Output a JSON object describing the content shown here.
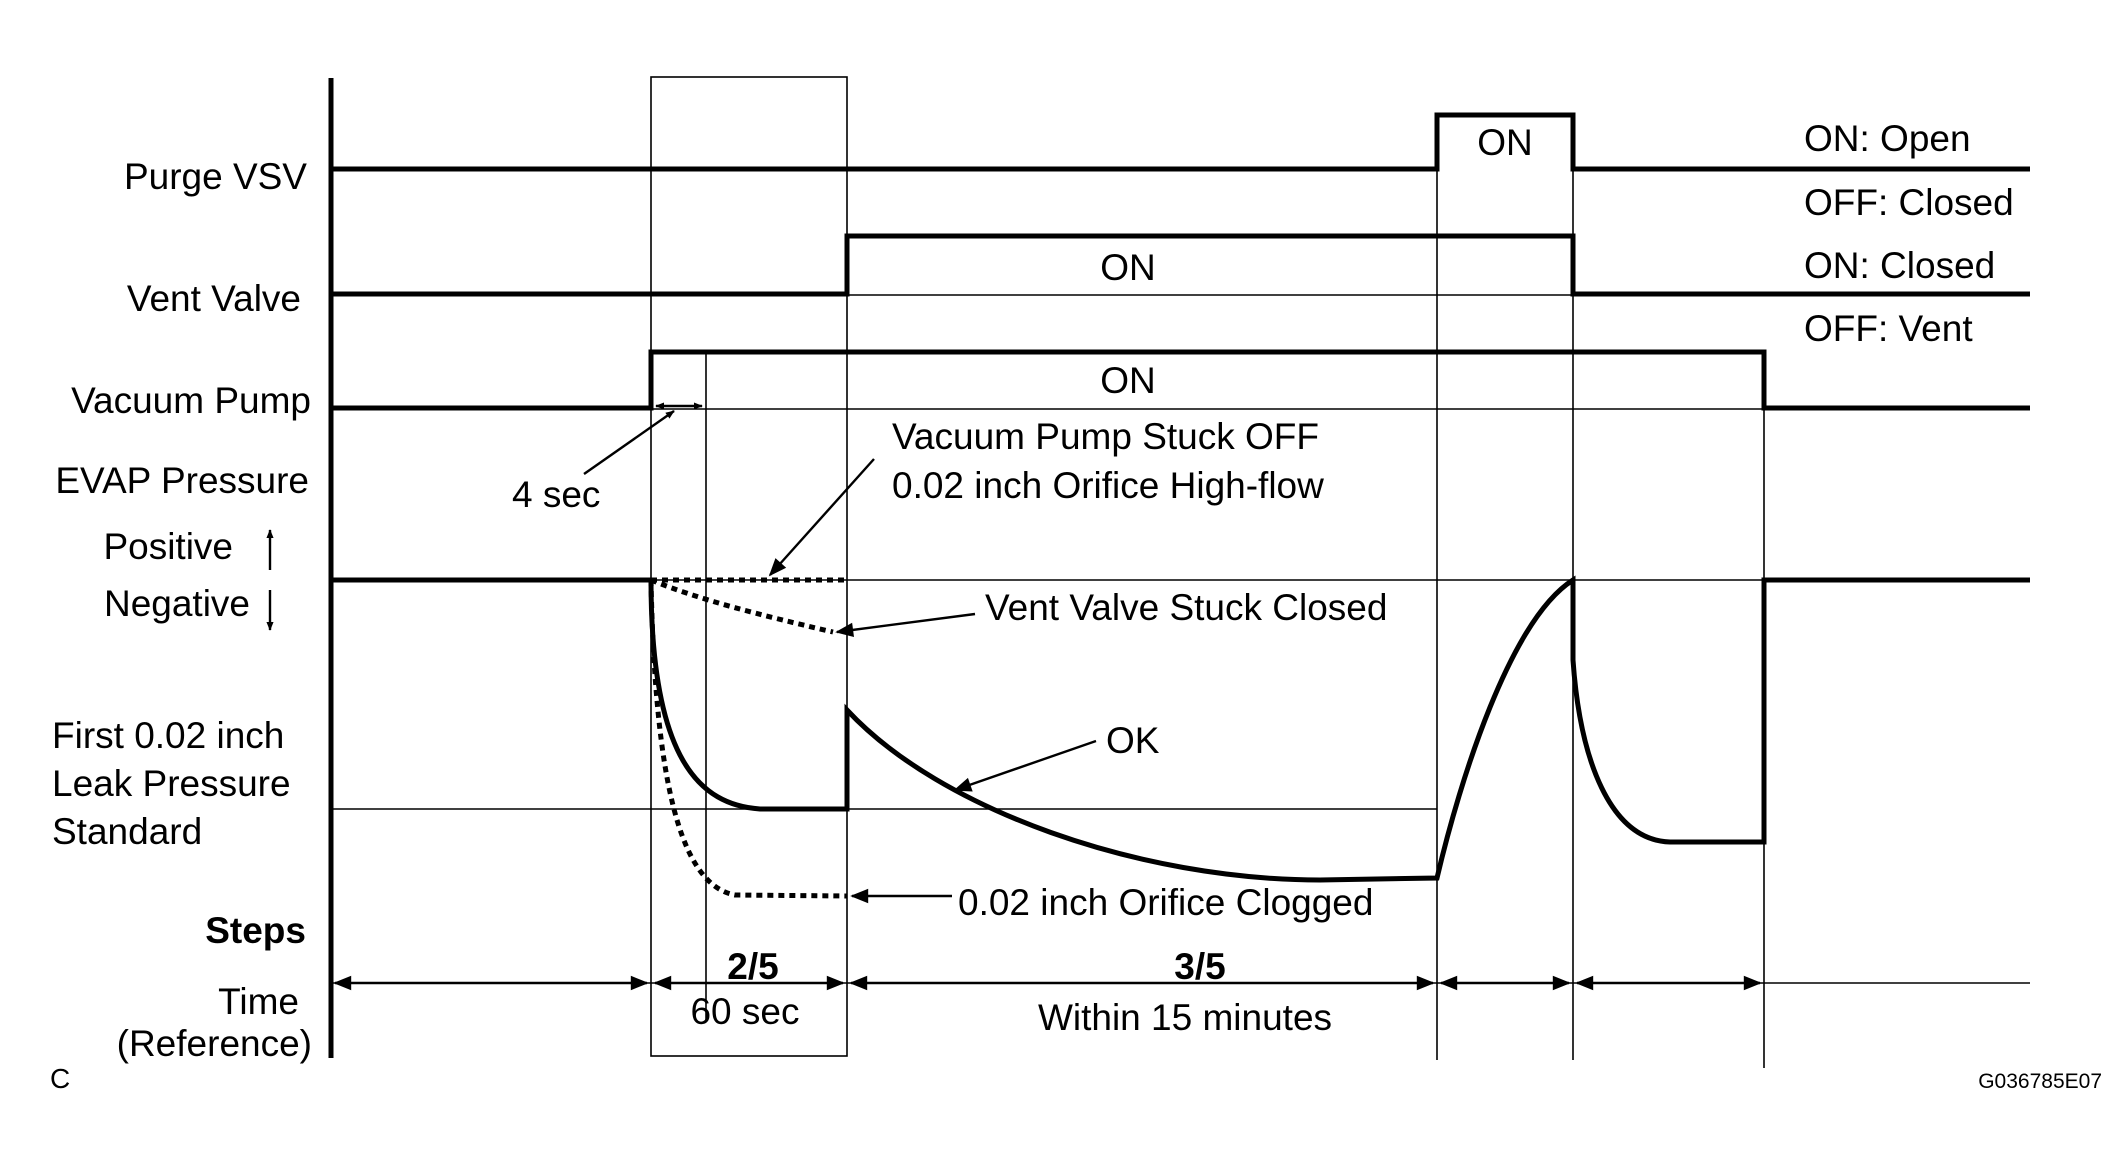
{
  "signals": {
    "purge_vsv": {
      "label": "Purge VSV",
      "on_label": "ON",
      "legend_on": "ON: Open",
      "legend_off": "OFF: Closed"
    },
    "vent_valve": {
      "label": "Vent Valve",
      "on_label": "ON",
      "legend_on": "ON: Closed",
      "legend_off": "OFF: Vent"
    },
    "vacuum_pump": {
      "label": "Vacuum Pump",
      "on_label": "ON",
      "delay_label": "4 sec"
    },
    "evap_pressure": {
      "label": "EVAP Pressure",
      "positive_label": "Positive",
      "negative_label": "Negative",
      "standard_label_lines": [
        "First 0.02 inch",
        "Leak Pressure",
        "Standard"
      ]
    }
  },
  "annotations": {
    "pump_stuck_off": "Vacuum Pump Stuck OFF",
    "orifice_high_flow": "0.02 inch Orifice High-flow",
    "vent_stuck_closed": "Vent Valve Stuck Closed",
    "ok": "OK",
    "orifice_clogged": "0.02 inch Orifice Clogged"
  },
  "steps": {
    "label": "Steps",
    "time_label_lines": [
      "Time",
      "(Reference)"
    ],
    "step_2": {
      "label": "2/5",
      "time": "60 sec"
    },
    "step_3": {
      "label": "3/5",
      "time": "Within 15 minutes"
    }
  },
  "corner_label": "C",
  "figure_id": "G036785E07"
}
